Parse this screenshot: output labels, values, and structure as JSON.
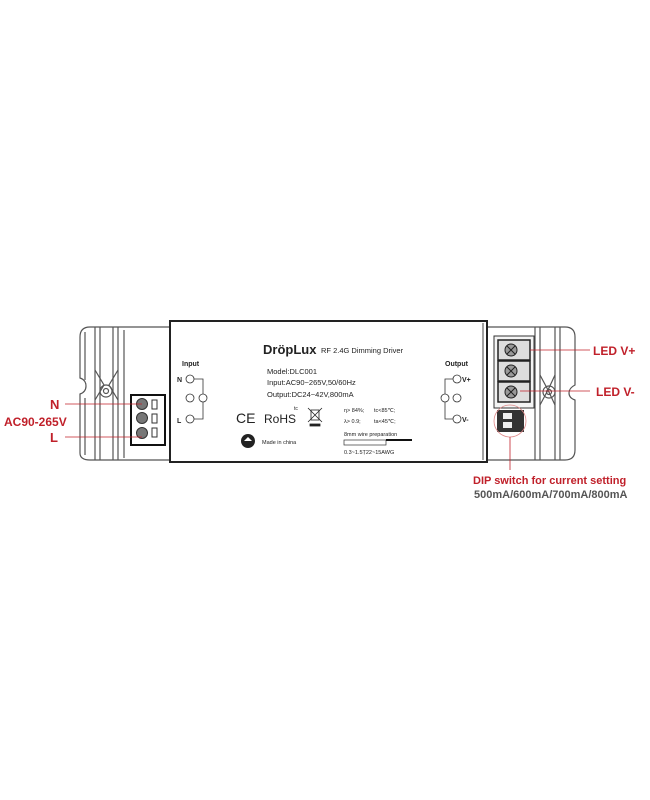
{
  "label": {
    "brand": "DröpLux",
    "product": "RF 2.4G Dimming Driver",
    "model": "Model:DLC001",
    "input_spec": "Input:AC90~265V,50/60Hz",
    "output_spec": "Output:DC24~42V,800mA",
    "input_title": "Input",
    "output_title": "Output",
    "input_n": "N",
    "input_l": "L",
    "output_vplus": "V+",
    "output_vminus": "V-",
    "ce": "CE",
    "rohs": "RoHS",
    "tc": "tc",
    "efficiency": "η> 84%;",
    "tc_max": "tc<85℃;",
    "power_factor": "λ> 0.9;",
    "ta_max": "ta<45℃;",
    "wire_prep": "8mm wire preparation",
    "wire_gauge": "0.3~1.5Ṭ22~15AWG",
    "made_in": "Made in china"
  },
  "callouts": {
    "n": "N",
    "voltage": "AC90-265V",
    "l": "L",
    "led_plus": "LED V+",
    "led_minus": "LED V-",
    "dip_title": "DIP switch for current setting",
    "dip_options": "500mA/600mA/700mA/800mA"
  },
  "colors": {
    "callout": "#c0202a",
    "outline": "#333333"
  }
}
